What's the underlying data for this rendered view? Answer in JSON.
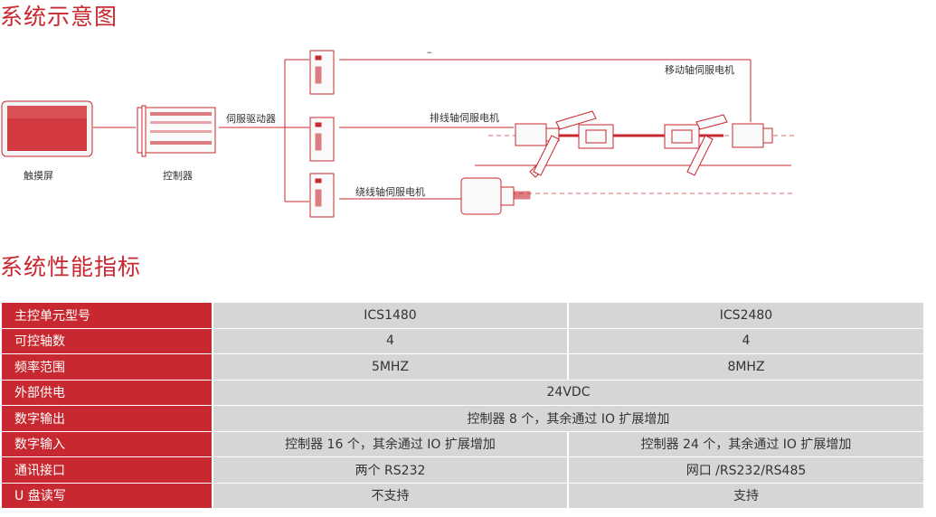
{
  "section1": {
    "title": "系统示意图"
  },
  "diagram": {
    "touchscreen": "触摸屏",
    "controller": "控制器",
    "servo_driver": "伺服驱动器",
    "move_axis": "移动轴伺服电机",
    "traverse_axis": "排线轴伺服电机",
    "winding_axis": "绕线轴伺服电机",
    "top_dash": "–"
  },
  "section2": {
    "title": "系统性能指标"
  },
  "specs": {
    "rows": [
      {
        "label": "主控单元型号",
        "col1": "ICS1480",
        "col2": "ICS2480"
      },
      {
        "label": "可控轴数",
        "col1": "4",
        "col2": "4"
      },
      {
        "label": "频率范围",
        "col1": "5MHZ",
        "col2": "8MHZ"
      },
      {
        "label": "外部供电",
        "span": "24VDC"
      },
      {
        "label": "数字输出",
        "span": "控制器 8 个，其余通过 IO 扩展增加"
      },
      {
        "label": "数字输入",
        "col1": "控制器 16 个，其余通过 IO 扩展增加",
        "col2": "控制器 24 个，其余通过 IO 扩展增加"
      },
      {
        "label": "通讯接口",
        "col1": "两个 RS232",
        "col2": "网口 /RS232/RS485"
      },
      {
        "label": "U 盘读写",
        "col1": "不支持",
        "col2": "支持"
      }
    ]
  },
  "colors": {
    "accent": "#c8282f",
    "cell": "#d6d6d6"
  }
}
